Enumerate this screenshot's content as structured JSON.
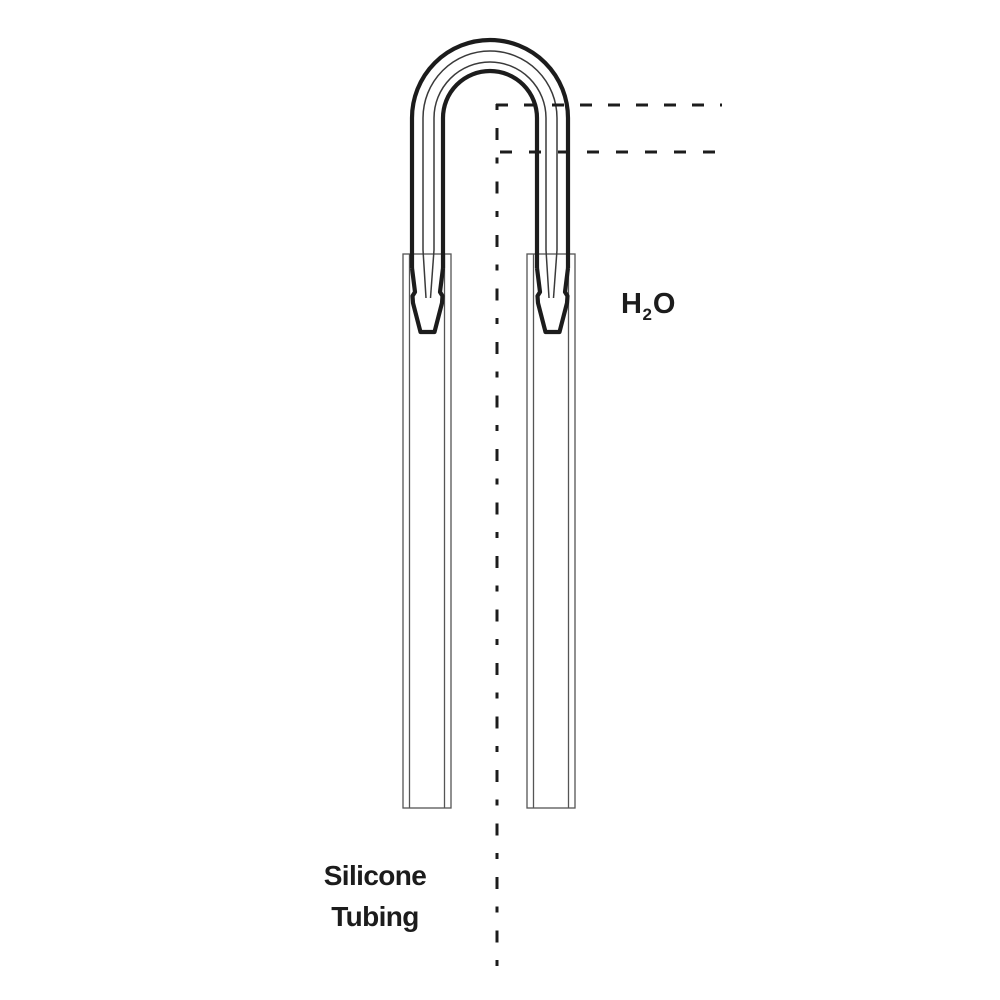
{
  "diagram": {
    "description": "Inverted U-shaped glass tube with barbed ends inserted into two silicone tubes, with dashed reference lines",
    "colors": {
      "background": "#ffffff",
      "line": "#1c1c1c",
      "thin_line": "#3a3a3a",
      "tube_outline": "#555555"
    },
    "labels": {
      "water": {
        "main": "H",
        "subscript": "2",
        "tail": "O"
      },
      "tubing": {
        "lines": [
          "Silicone",
          "Tubing"
        ]
      }
    }
  }
}
